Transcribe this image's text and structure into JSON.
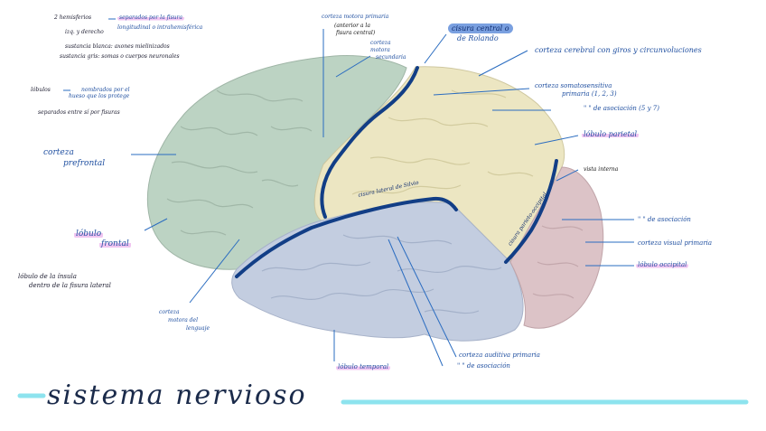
{
  "notes": {
    "hemisferios": "2 hemisferios",
    "separados_por": "separados por la fisura",
    "longitudinal": "longitudinal o intrahemisférica",
    "izq_derecho": "izq. y derecho",
    "sustancia_blanca": "sustancia blanca: axones mielinizados",
    "sustancia_gris": "sustancia gris: somas o cuerpos neuronales",
    "lobulos": "lóbulos",
    "nombrados": "nombrados por el",
    "hueso": "hueso que los protege",
    "separados_entre": "separados entre sí por fisuras",
    "corteza_prefrontal_1": "corteza",
    "corteza_prefrontal_2": "prefrontal",
    "lobulo_frontal_1": "lóbulo",
    "lobulo_frontal_2": "frontal",
    "lobulo_insula_1": "lóbulo de la ínsula",
    "lobulo_insula_2": "dentro de la fisura lateral",
    "corteza_lenguaje_1": "corteza",
    "corteza_lenguaje_2": "motora del",
    "corteza_lenguaje_3": "lenguaje",
    "corteza_motora_primaria": "corteza motora primaria",
    "anterior_fisura_1": "(anterior a la",
    "anterior_fisura_2": "fisura central)",
    "corteza_motora_sec_1": "corteza",
    "corteza_motora_sec_2": "motora",
    "corteza_motora_sec_3": "secundaria",
    "cisura_central_1": "cisura central o",
    "cisura_central_2": "de Rolando",
    "corteza_cerebral": "corteza cerebral con giros y circunvoluciones",
    "somatosensitiva_1": "corteza somatosensitiva",
    "somatosensitiva_2": "primaria (1, 2, 3)",
    "asociacion_parietal": "\" \" de asociación (5 y 7)",
    "lobulo_parietal": "lóbulo parietal",
    "vista_interna": "vista interna",
    "asociacion_occipital": "\" \" de asociación",
    "corteza_visual": "corteza visual primaria",
    "lobulo_occipital": "lóbulo occipital",
    "cisura_lateral": "cisura lateral de Silvio",
    "cisura_parieto": "cisura parieto-occipital",
    "auditiva_1": "corteza auditiva primaria",
    "auditiva_2": "\" \" de asociación",
    "lobulo_temporal": "lóbulo temporal"
  },
  "title": "sistema nervioso",
  "colors": {
    "frontal": "#bcd3c3",
    "parietal": "#ece6c2",
    "temporal": "#c3cde0",
    "occipital": "#dcc3c7",
    "ink": "#1f4fa0",
    "fissure": "#123e86",
    "title_ink": "#1a2a4a",
    "title_line": "#8de3ee",
    "highlight_pink": "#e696e6",
    "highlight_blue": "#7aa0e0"
  }
}
